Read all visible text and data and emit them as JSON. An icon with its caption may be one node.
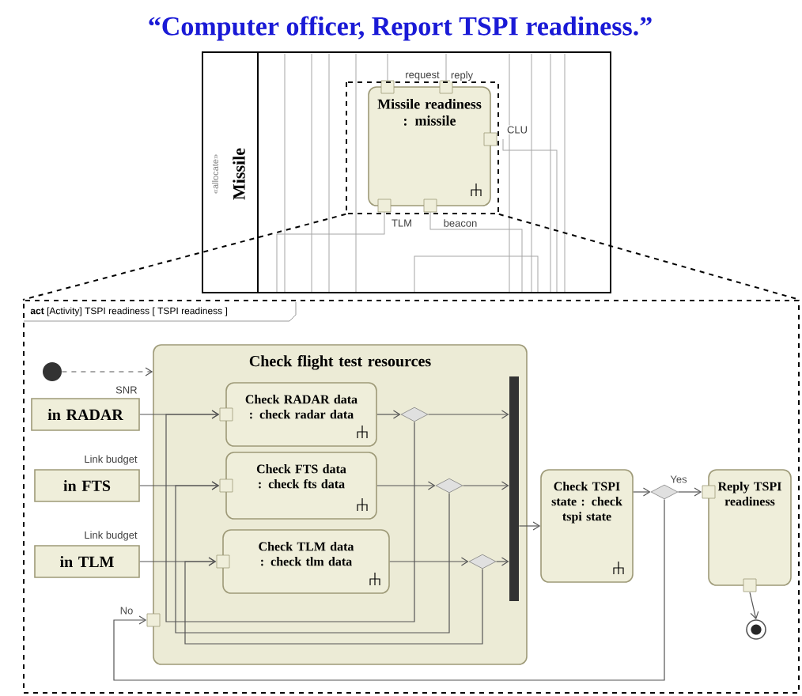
{
  "diagram": {
    "title": "“Computer officer, Report TSPI readiness.”",
    "nodes": [
      {
        "text": [
          "«allocate»",
          "Missile"
        ]
      },
      {
        "text": [
          "Missile readiness : missile"
        ],
        "beside": [
          "request",
          "reply",
          "CLU",
          "TLM",
          "beacon"
        ],
        "in": 0
      },
      {
        "text": [
          "**act** [Activity] TSPI readiness [ TSPI readiness ]"
        ]
      },
      {
        "text": [],
        "shape": "circle",
        "in": 2
      },
      {
        "text": [
          "in RADAR"
        ],
        "beside": [
          "SNR"
        ],
        "in": 2
      },
      {
        "text": [
          "in FTS"
        ],
        "beside": [
          "Link budget"
        ],
        "in": 2
      },
      {
        "text": [
          "in TLM"
        ],
        "beside": [
          "Link budget"
        ],
        "in": 2
      },
      {
        "text": [
          "Check flight test resources"
        ],
        "in": 2
      },
      {
        "text": [
          "Check RADAR data : check radar data"
        ],
        "in": 7
      },
      {
        "text": [
          "Check FTS data : check fts data"
        ],
        "in": 7
      },
      {
        "text": [
          "Check TLM data : check tlm data"
        ],
        "in": 7
      },
      {
        "text": [],
        "shape": "diamond",
        "in": 7
      },
      {
        "text": [],
        "shape": "diamond",
        "in": 7
      },
      {
        "text": [],
        "shape": "diamond",
        "in": 7
      },
      {
        "text": [],
        "shape": "bar",
        "in": 7
      },
      {
        "text": [
          "Check TSPI state : check tspi state"
        ],
        "in": 2
      },
      {
        "text": [],
        "shape": "diamond",
        "in": 2
      },
      {
        "text": [
          "Reply TSPI readiness"
        ],
        "in": 2
      },
      {
        "text": [],
        "shape": "circle",
        "in": 2
      }
    ],
    "edges": [
      {
        "from": 3,
        "to": 7,
        "arrow": "to",
        "style": "dashed"
      },
      {
        "from": 4,
        "to": 8,
        "arrow": "to"
      },
      {
        "from": 5,
        "to": 9,
        "arrow": "to"
      },
      {
        "from": 6,
        "to": 10,
        "arrow": "to"
      },
      {
        "from": 8,
        "to": 11,
        "arrow": "to"
      },
      {
        "from": 9,
        "to": 12,
        "arrow": "to"
      },
      {
        "from": 10,
        "to": 13,
        "arrow": "to"
      },
      {
        "from": 11,
        "to": 14,
        "arrow": "to"
      },
      {
        "from": 12,
        "to": 14,
        "arrow": "to"
      },
      {
        "from": 13,
        "to": 14,
        "arrow": "to"
      },
      {
        "from": 11,
        "to": 8,
        "arrow": "to"
      },
      {
        "from": 12,
        "to": 9,
        "arrow": "to"
      },
      {
        "from": 13,
        "to": 10,
        "arrow": "to"
      },
      {
        "from": 14,
        "to": 15,
        "arrow": "to"
      },
      {
        "from": 15,
        "to": 16,
        "arrow": "to"
      },
      {
        "from": 16,
        "to": 17,
        "arrow": "to",
        "label": "Yes"
      },
      {
        "from": 16,
        "to": 7,
        "arrow": "to",
        "label": "No"
      },
      {
        "from": 17,
        "to": 18,
        "arrow": "to"
      },
      {
        "from": 1,
        "to": 2,
        "arrow": "none",
        "style": "dashed"
      },
      {
        "from": 1,
        "to": 2,
        "arrow": "none",
        "style": "dashed"
      }
    ]
  }
}
